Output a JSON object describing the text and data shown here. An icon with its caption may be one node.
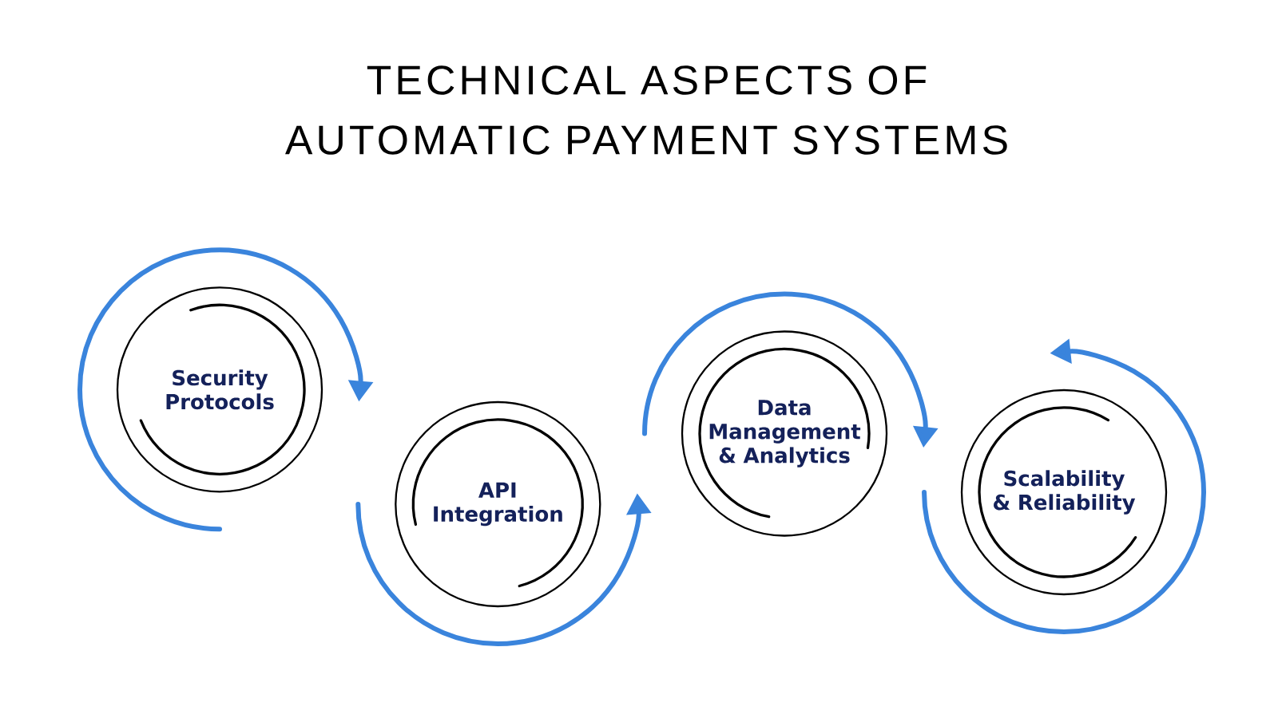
{
  "diagram": {
    "title": "TECHNICAL ASPECTS OF AUTOMATIC PAYMENT SYSTEMS",
    "nodes": [
      {
        "text": [
          "Security Protocols"
        ]
      },
      {
        "text": [
          "API Integration"
        ]
      },
      {
        "text": [
          "Data Management & Analytics"
        ]
      },
      {
        "text": [
          "Scalability & Reliability"
        ]
      }
    ],
    "edges": [
      {
        "from": 0,
        "to": 0,
        "arrow": "to"
      },
      {
        "from": 1,
        "to": 1,
        "arrow": "to"
      },
      {
        "from": 2,
        "to": 2,
        "arrow": "to"
      },
      {
        "from": 3,
        "to": 3,
        "arrow": "to"
      }
    ]
  }
}
